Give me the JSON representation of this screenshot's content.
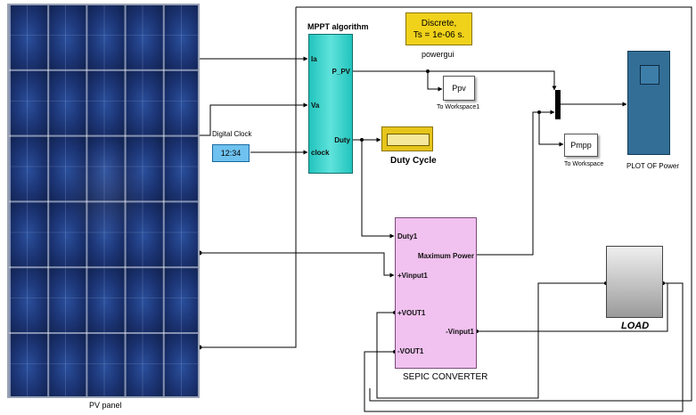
{
  "pv_panel": {
    "label": "PV panel"
  },
  "mppt": {
    "title": "MPPT algorithm",
    "inputs": [
      "Ia",
      "Va",
      "clock"
    ],
    "outputs": [
      "P_PV",
      "Duty"
    ]
  },
  "powergui": {
    "line1": "Discrete,",
    "line2": "Ts = 1e-06 s.",
    "label": "powergui"
  },
  "digital_clock": {
    "title": "Digital Clock",
    "display": "12:34"
  },
  "duty_cycle": {
    "label": "Duty Cycle"
  },
  "to_workspace1": {
    "value": "Ppv",
    "label": "To Workspace1"
  },
  "to_workspace": {
    "value": "Pmpp",
    "label": "To Workspace"
  },
  "scope": {
    "label": "PLOT OF Power"
  },
  "sepic": {
    "label": "SEPIC CONVERTER",
    "ports": {
      "duty1": "Duty1",
      "vinput_pos": "+Vinput1",
      "vout_pos": "+VOUT1",
      "vout_neg": "-VOUT1",
      "max_power": "Maximum Power",
      "vinput_neg": "-Vinput1"
    }
  },
  "load": {
    "label": "LOAD"
  },
  "colors": {
    "mppt": "#3fd6cf",
    "sepic": "#f1c1ef",
    "powergui": "#f1d21a",
    "scope": "#336e96",
    "clock": "#6fc2ef",
    "panel": "#13264f"
  }
}
